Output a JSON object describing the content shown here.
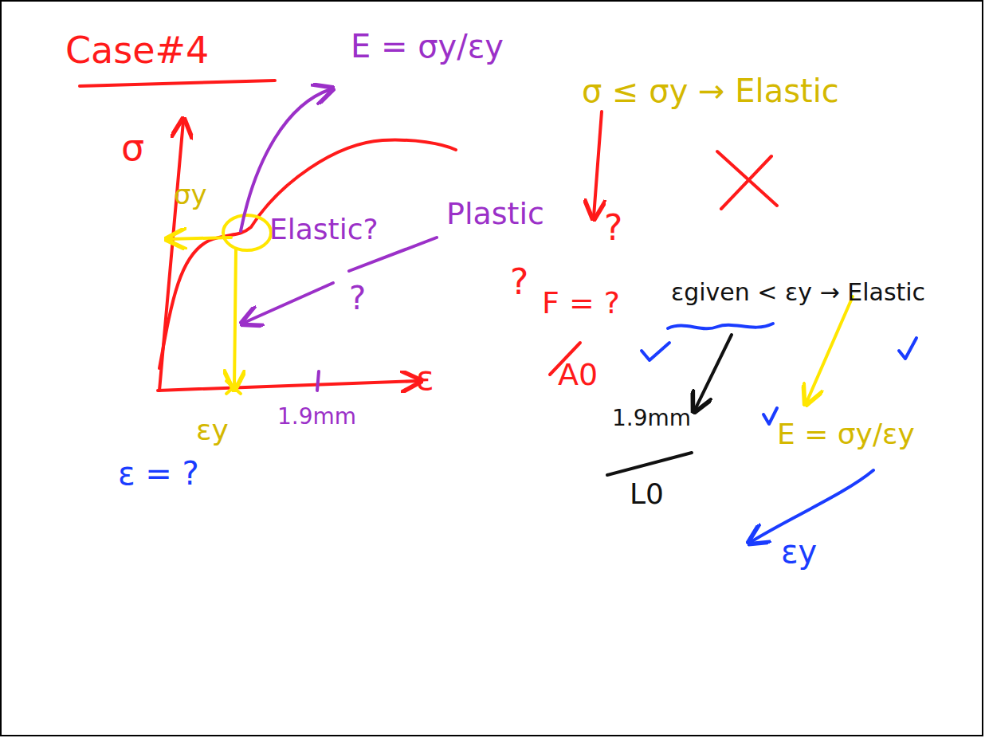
{
  "diagram": {
    "title": "Case#4",
    "labels": [
      "σ",
      "ε",
      "σy",
      "εy",
      "1.9mm",
      "E = σy/εy",
      "Elastic?",
      "Plastic",
      "?",
      "σ ≤ σy → Elastic",
      "?",
      "?",
      "F = ?",
      "A0",
      "εgiven < εy → Elastic",
      "1.9mm",
      "L0",
      "E = σy/εy",
      "εy",
      "ε = ?"
    ]
  }
}
